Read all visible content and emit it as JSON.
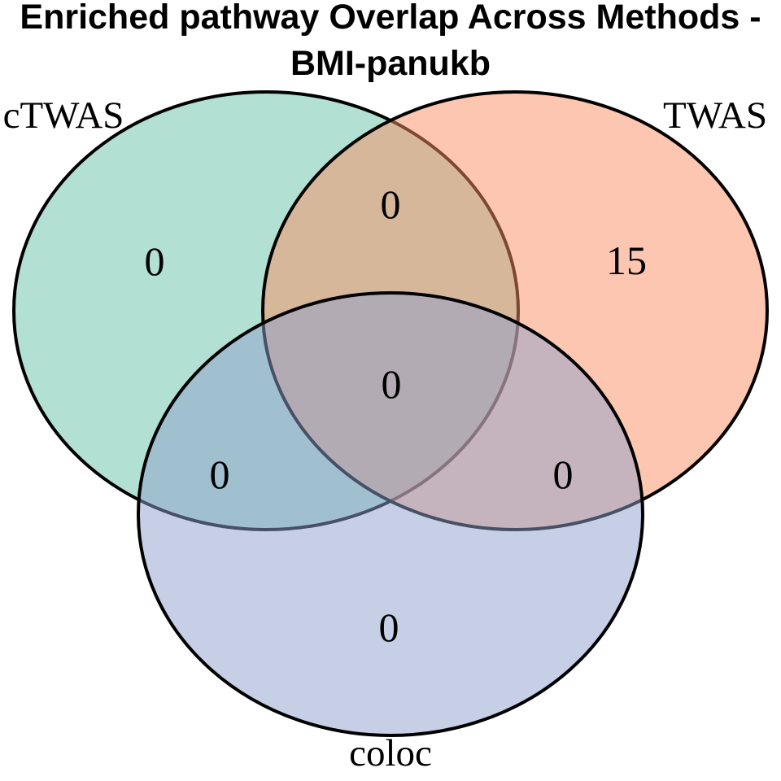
{
  "title": {
    "line1": "Enriched pathway Overlap Across Methods -",
    "line2": "BMI-panukb"
  },
  "chart_data": {
    "type": "venn",
    "title": "Enriched pathway Overlap Across Methods - BMI-panukb",
    "sets": [
      "cTWAS",
      "TWAS",
      "coloc"
    ],
    "set_colors": {
      "cTWAS": "#66C2A5",
      "TWAS": "#FC8D62",
      "coloc": "#8DA0CB"
    },
    "fill_opacity": 0.5,
    "outline_color": "#000000",
    "regions": {
      "cTWAS_only": 0,
      "TWAS_only": 15,
      "coloc_only": 0,
      "cTWAS_TWAS": 0,
      "cTWAS_coloc": 0,
      "TWAS_coloc": 0,
      "cTWAS_TWAS_coloc": 0
    }
  }
}
